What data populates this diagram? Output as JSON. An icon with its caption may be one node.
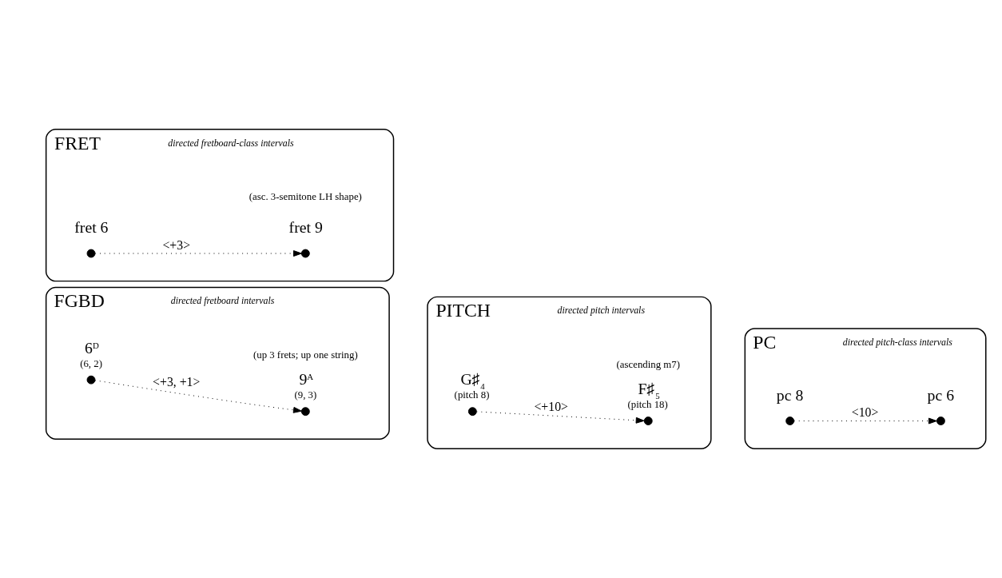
{
  "diagram": {
    "nodes": [
      {
        "text": [
          "FGBD",
          "directed fretboard intervals"
        ]
      },
      {
        "text": [],
        "shape": "circle",
        "in": 0,
        "beside": [
          "6$^{D}$",
          "(6, 2)"
        ]
      },
      {
        "text": [],
        "shape": "circle",
        "in": 0,
        "beside": [
          "9$^{A}$",
          "(9, 3)"
        ]
      },
      {
        "text": [
          "PITCH",
          "directed pitch intervals"
        ]
      },
      {
        "text": [],
        "shape": "circle",
        "in": 3,
        "beside": [
          "G♯$_{4}$",
          "(pitch 8)"
        ]
      },
      {
        "text": [],
        "shape": "circle",
        "in": 3,
        "beside": [
          "F♯$_{5}$",
          "(pitch 18)"
        ]
      },
      {
        "text": [
          "PC",
          "directed pitch-class intervals"
        ]
      },
      {
        "text": [],
        "shape": "circle",
        "in": 6,
        "beside": [
          "pc 8"
        ]
      },
      {
        "text": [],
        "shape": "circle",
        "in": 6,
        "beside": [
          "pc 6"
        ]
      },
      {
        "text": [
          "FRET",
          "directed fretboard-class intervals"
        ]
      },
      {
        "text": [],
        "shape": "circle",
        "in": 9,
        "beside": [
          "fret 6"
        ]
      },
      {
        "text": [],
        "shape": "circle",
        "in": 9,
        "beside": [
          "fret 9"
        ]
      }
    ],
    "edges": [
      {
        "from": 1,
        "to": 2,
        "arrow": "to",
        "label": "<+3, +1>",
        "style": "dashed"
      },
      {
        "from": 4,
        "to": 5,
        "arrow": "to",
        "label": "<+10>",
        "style": "dashed"
      },
      {
        "from": 7,
        "to": 8,
        "arrow": "to",
        "label": "<10>",
        "style": "dashed"
      },
      {
        "from": 10,
        "to": 11,
        "arrow": "to",
        "label": "<+3>",
        "style": "dashed"
      }
    ],
    "labels": [
      "(up 3 frets; up one string)",
      "(ascending m7)",
      "(asc. 3-semitone LH shape)"
    ]
  }
}
